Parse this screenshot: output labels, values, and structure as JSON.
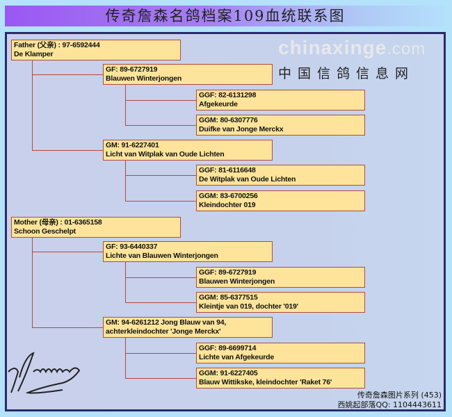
{
  "title": "传奇詹森名鸽档案109血统联系图",
  "pedigree": {
    "father": {
      "line1": "Father (父亲) : 97-6592444",
      "line2": "De Klamper"
    },
    "father_gf": {
      "line1": "GF: 89-6727919",
      "line2": "Blauwen Winterjongen"
    },
    "father_gf_ggf": {
      "line1": "GGF: 82-6131298",
      "line2": "Afgekeurde"
    },
    "father_gf_ggm": {
      "line1": "GGM: 80-6307776",
      "line2": "Duifke van Jonge Merckx"
    },
    "father_gm": {
      "line1": "GM: 91-6227401",
      "line2": "Licht van Witplak van Oude Lichten"
    },
    "father_gm_ggf": {
      "line1": "GGF: 81-6116648",
      "line2": "De Witplak van Oude Lichten"
    },
    "father_gm_ggm": {
      "line1": "GGM: 83-6700256",
      "line2": "Kleindochter 019"
    },
    "mother": {
      "line1": "Mother (母亲) : 01-6365158",
      "line2": "Schoon Geschelpt"
    },
    "mother_gf": {
      "line1": "GF: 93-6440337",
      "line2": "Lichte van Blauwen Winterjongen"
    },
    "mother_gf_ggf": {
      "line1": "GGF: 89-6727919",
      "line2": "Blauwen Winterjongen"
    },
    "mother_gf_ggm": {
      "line1": "GGM: 85-6377515",
      "line2": "Kleintje van 019, dochter '019'"
    },
    "mother_gm": {
      "line1": "GM: 94-6261212 Jong Blauw van 94,",
      "line2": "achterkleindochter 'Jonge Merckx'"
    },
    "mother_gm_ggf": {
      "line1": "GGF: 89-6699714",
      "line2": "Lichte van Afgekeurde"
    },
    "mother_gm_ggm": {
      "line1": "GGM: 91-6227405",
      "line2": "Blauw Wittikske, kleindochter 'Raket 76'"
    }
  },
  "watermark": {
    "domain": "chinaxinge",
    "tld": ".com",
    "cn": "中国信鸽信息网"
  },
  "caption": {
    "series": "传奇詹森图片系列 (453)",
    "qq": "西姚起部落QQ: 1104443611"
  }
}
